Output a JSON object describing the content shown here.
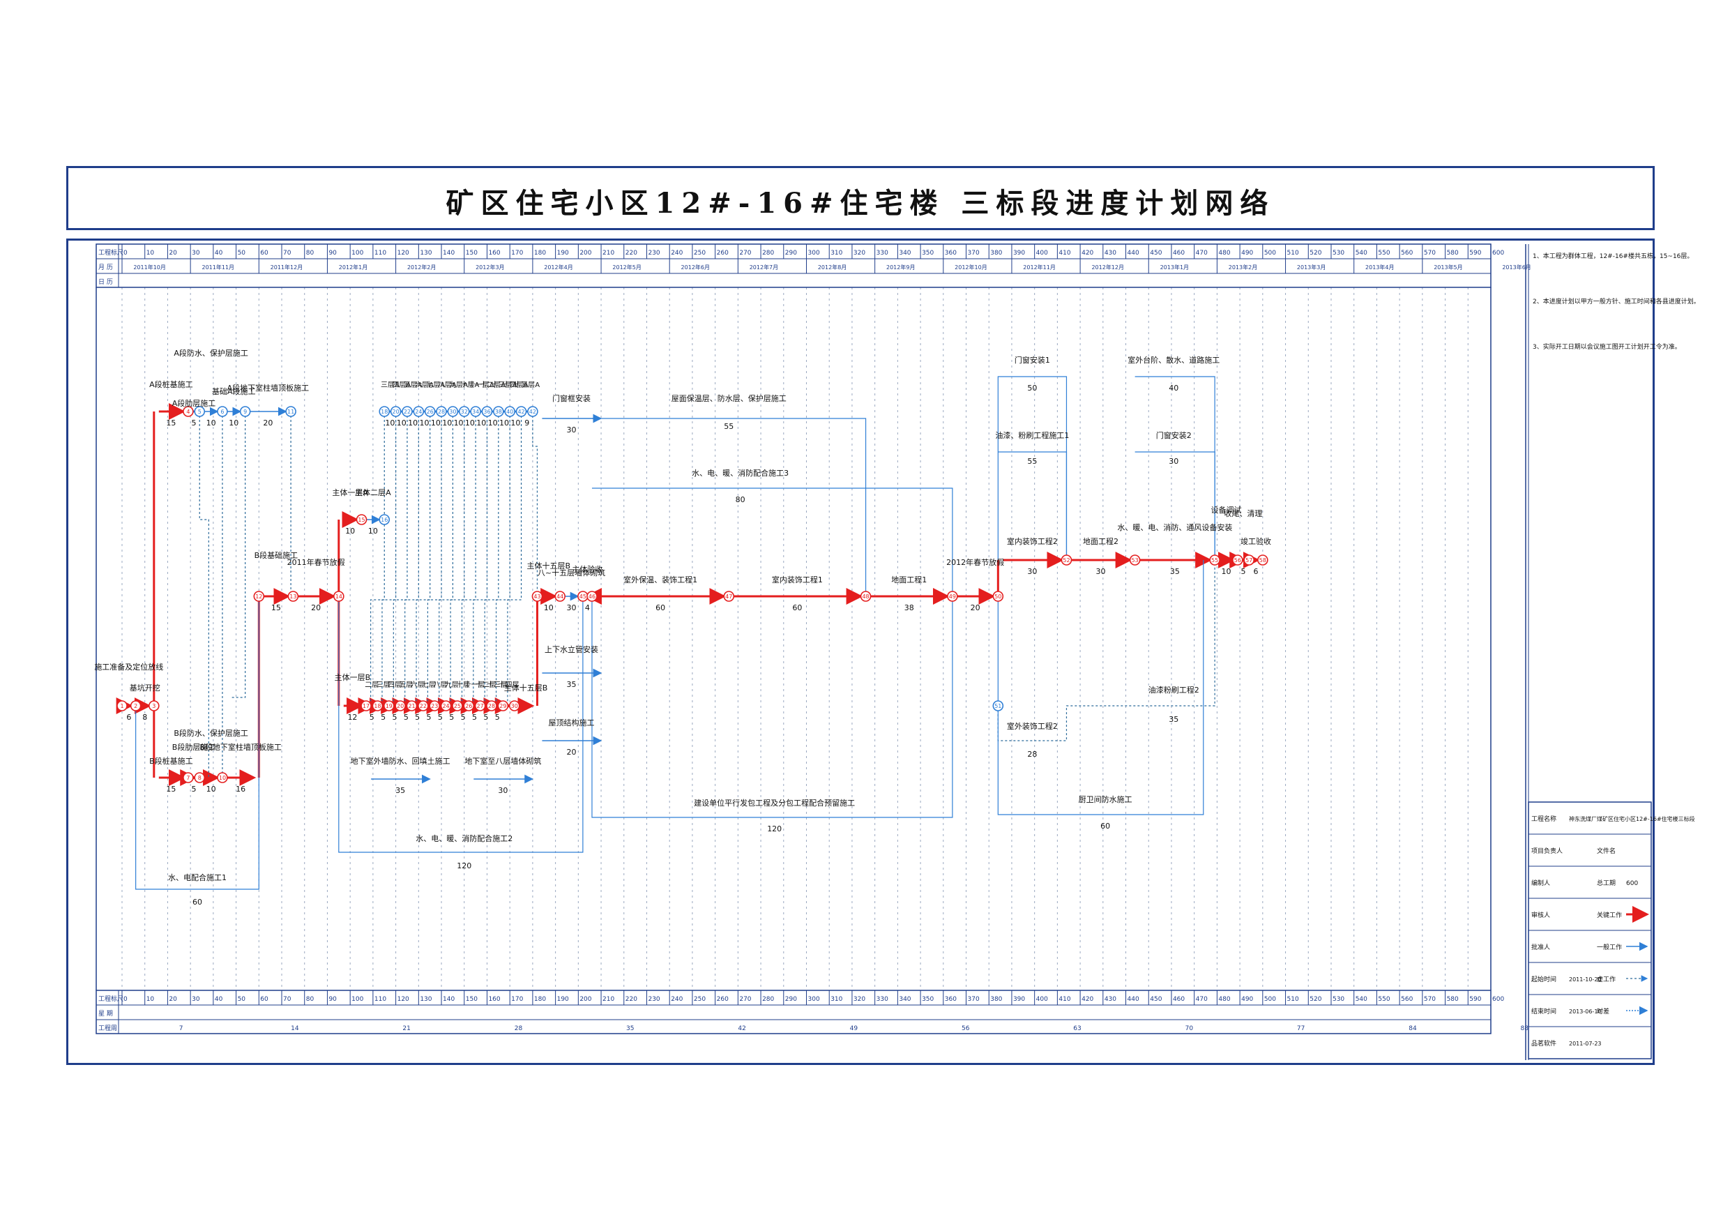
{
  "title": "矿区住宅小区12#-16#住宅楼 三标段进度计划网络",
  "scale_header": {
    "top_label": "工程标尺",
    "month_label": "月 历",
    "day_label": "日 历",
    "bottom_label": "工程标尺",
    "week_label": "星 期",
    "week_row_label": "工程周",
    "ticks": [
      "0",
      "10",
      "20",
      "30",
      "40",
      "50",
      "60",
      "70",
      "80",
      "90",
      "100",
      "110",
      "120",
      "130",
      "140",
      "150",
      "160",
      "170",
      "180",
      "190",
      "200",
      "210",
      "220",
      "230",
      "240",
      "250",
      "260",
      "270",
      "280",
      "290",
      "300",
      "310",
      "320",
      "330",
      "340",
      "350",
      "360",
      "370",
      "380",
      "390",
      "400",
      "410",
      "420",
      "430",
      "440",
      "450",
      "460",
      "470",
      "480",
      "490",
      "500",
      "510",
      "520",
      "530",
      "540",
      "550",
      "560",
      "570",
      "580",
      "590",
      "600"
    ],
    "months": [
      "2011年10月",
      "2011年11月",
      "2011年12月",
      "2012年1月",
      "2012年2月",
      "2012年3月",
      "2012年4月",
      "2012年5月",
      "2012年6月",
      "2012年7月",
      "2012年8月",
      "2012年9月",
      "2012年10月",
      "2012年11月",
      "2012年12月",
      "2013年1月",
      "2013年2月",
      "2013年3月",
      "2013年4月",
      "2013年5月",
      "2013年6月"
    ],
    "weeks": [
      "7",
      "14",
      "21",
      "28",
      "35",
      "42",
      "49",
      "56",
      "63",
      "70",
      "77",
      "84",
      "88"
    ]
  },
  "notes": [
    "1、本工程为群体工程，12#-16#楼共五栋，15~16层。",
    "2、本进度计划以甲方一般方针、施工时间和各县进度计划。",
    "3、实际开工日期以会议施工图开工计划开工令为准。"
  ],
  "title_block": {
    "rows": [
      {
        "k": "工程名称",
        "v": "神东洗煤厂煤矿区住宅小区12#-16#住宅楼三标段"
      },
      {
        "k": "项目负责人",
        "v": "",
        "k2": "文件名",
        "v2": ""
      },
      {
        "k": "编制人",
        "v": "",
        "k2": "总工期",
        "v2": "600"
      },
      {
        "k": "审核人",
        "v": "",
        "k2": "关键工作",
        "v2": ""
      },
      {
        "k": "批准人",
        "v": "",
        "k2": "一般工作",
        "v2": ""
      },
      {
        "k": "起始时间",
        "v": "2011-10-20",
        "k2": "虚工作",
        "v2": ""
      },
      {
        "k": "结束时间",
        "v": "2013-06-10",
        "k2": "时差",
        "v2": ""
      },
      {
        "k": "品茗软件",
        "v": "2011-07-23"
      }
    ]
  },
  "activities": {
    "prep": "施工准备及定位放线",
    "excavate": "基坑开挖",
    "a_pile": "A段桩基施工",
    "a_rib": "A段肋层施工",
    "a_wp": "A段防水、保护层施工",
    "a_raft": "基础A段施工",
    "a_base_wall": "A段地下室柱墙顶板施工",
    "b_pile": "B段桩基施工",
    "b_rib": "B段肋层施工",
    "b_wp": "B段防水、保护层施工",
    "b_raft": "B段基础施工",
    "b_base_wall": "B段地下室柱墙顶板施工",
    "spring_2011": "2011年春节放假",
    "f1": "主体一层A",
    "f2": "主体二层A",
    "f3": "主体三层A",
    "f4": "主体四层A",
    "f5": "主体五层A",
    "f6": "主体六层A",
    "f7": "主体七层A",
    "f8": "主体八层A",
    "f9": "主体九层A",
    "f10": "主体十层A",
    "f11": "主体十一层A",
    "f12": "主体十二层A",
    "f13": "主体十三层A",
    "f14": "主体十四层A",
    "f15": "主体十五层A",
    "fb1": "主体一层B",
    "fb2": "主体二层B",
    "fb3": "主体三层B",
    "fb4": "主体四层B",
    "fb5": "主体五层B",
    "fb6": "主体六层B",
    "fb7": "主体七层B",
    "fb8": "主体八层B",
    "fb9": "主体九层B",
    "fb10": "主体十层B",
    "fb11": "主体十一层B",
    "fb12": "主体十二层B",
    "fb13": "主体十三层B",
    "fb14": "主体十四层B",
    "f15b": "主体十五层B",
    "infill": "八~十五层墙体砌筑",
    "accept": "主体验收",
    "door_frame": "门窗框安装",
    "plumbing": "上下水立管安装",
    "roof_struct": "屋顶结构施工",
    "base_wp": "地下室外墙防水、回填土施工",
    "base_infill": "地下室至八层墙体砌筑",
    "wes1": "水、电配合施工1",
    "wes2": "水、电、暖、消防配合施工2",
    "wes3": "水、电、暖、消防配合施工3",
    "roof_insul": "屋面保温层、防水层、保护层施工",
    "ext_insul": "室外保温、装饰工程1",
    "int_deco1": "室内装饰工程1",
    "floor1": "地面工程1",
    "sub_works": "建设单位平行发包工程及分包工程配合预留施工",
    "spring_2012": "2012年春节放假",
    "int_deco2": "室内装饰工程2",
    "floor2": "地面工程2",
    "door_inst1": "门窗安装1",
    "paint1": "油漆、粉刷工程施工1",
    "door_inst2": "门窗安装2",
    "yard": "室外台阶、散水、道路施工",
    "mep_equip": "水、暖、电、消防、通风设备安装",
    "paint2": "油漆粉刷工程2",
    "ext_deco": "室外装饰工程2",
    "kitchen_wp": "厨卫间防水施工",
    "debug": "设备调试",
    "clean": "收尾、清理",
    "complete": "竣工验收"
  },
  "colors": {
    "critical": "#e41e1e",
    "normal": "#2f7fd6",
    "dummy": "#2b6a9a",
    "frame": "#1f3d8a",
    "grid": "#9aa8c0"
  }
}
